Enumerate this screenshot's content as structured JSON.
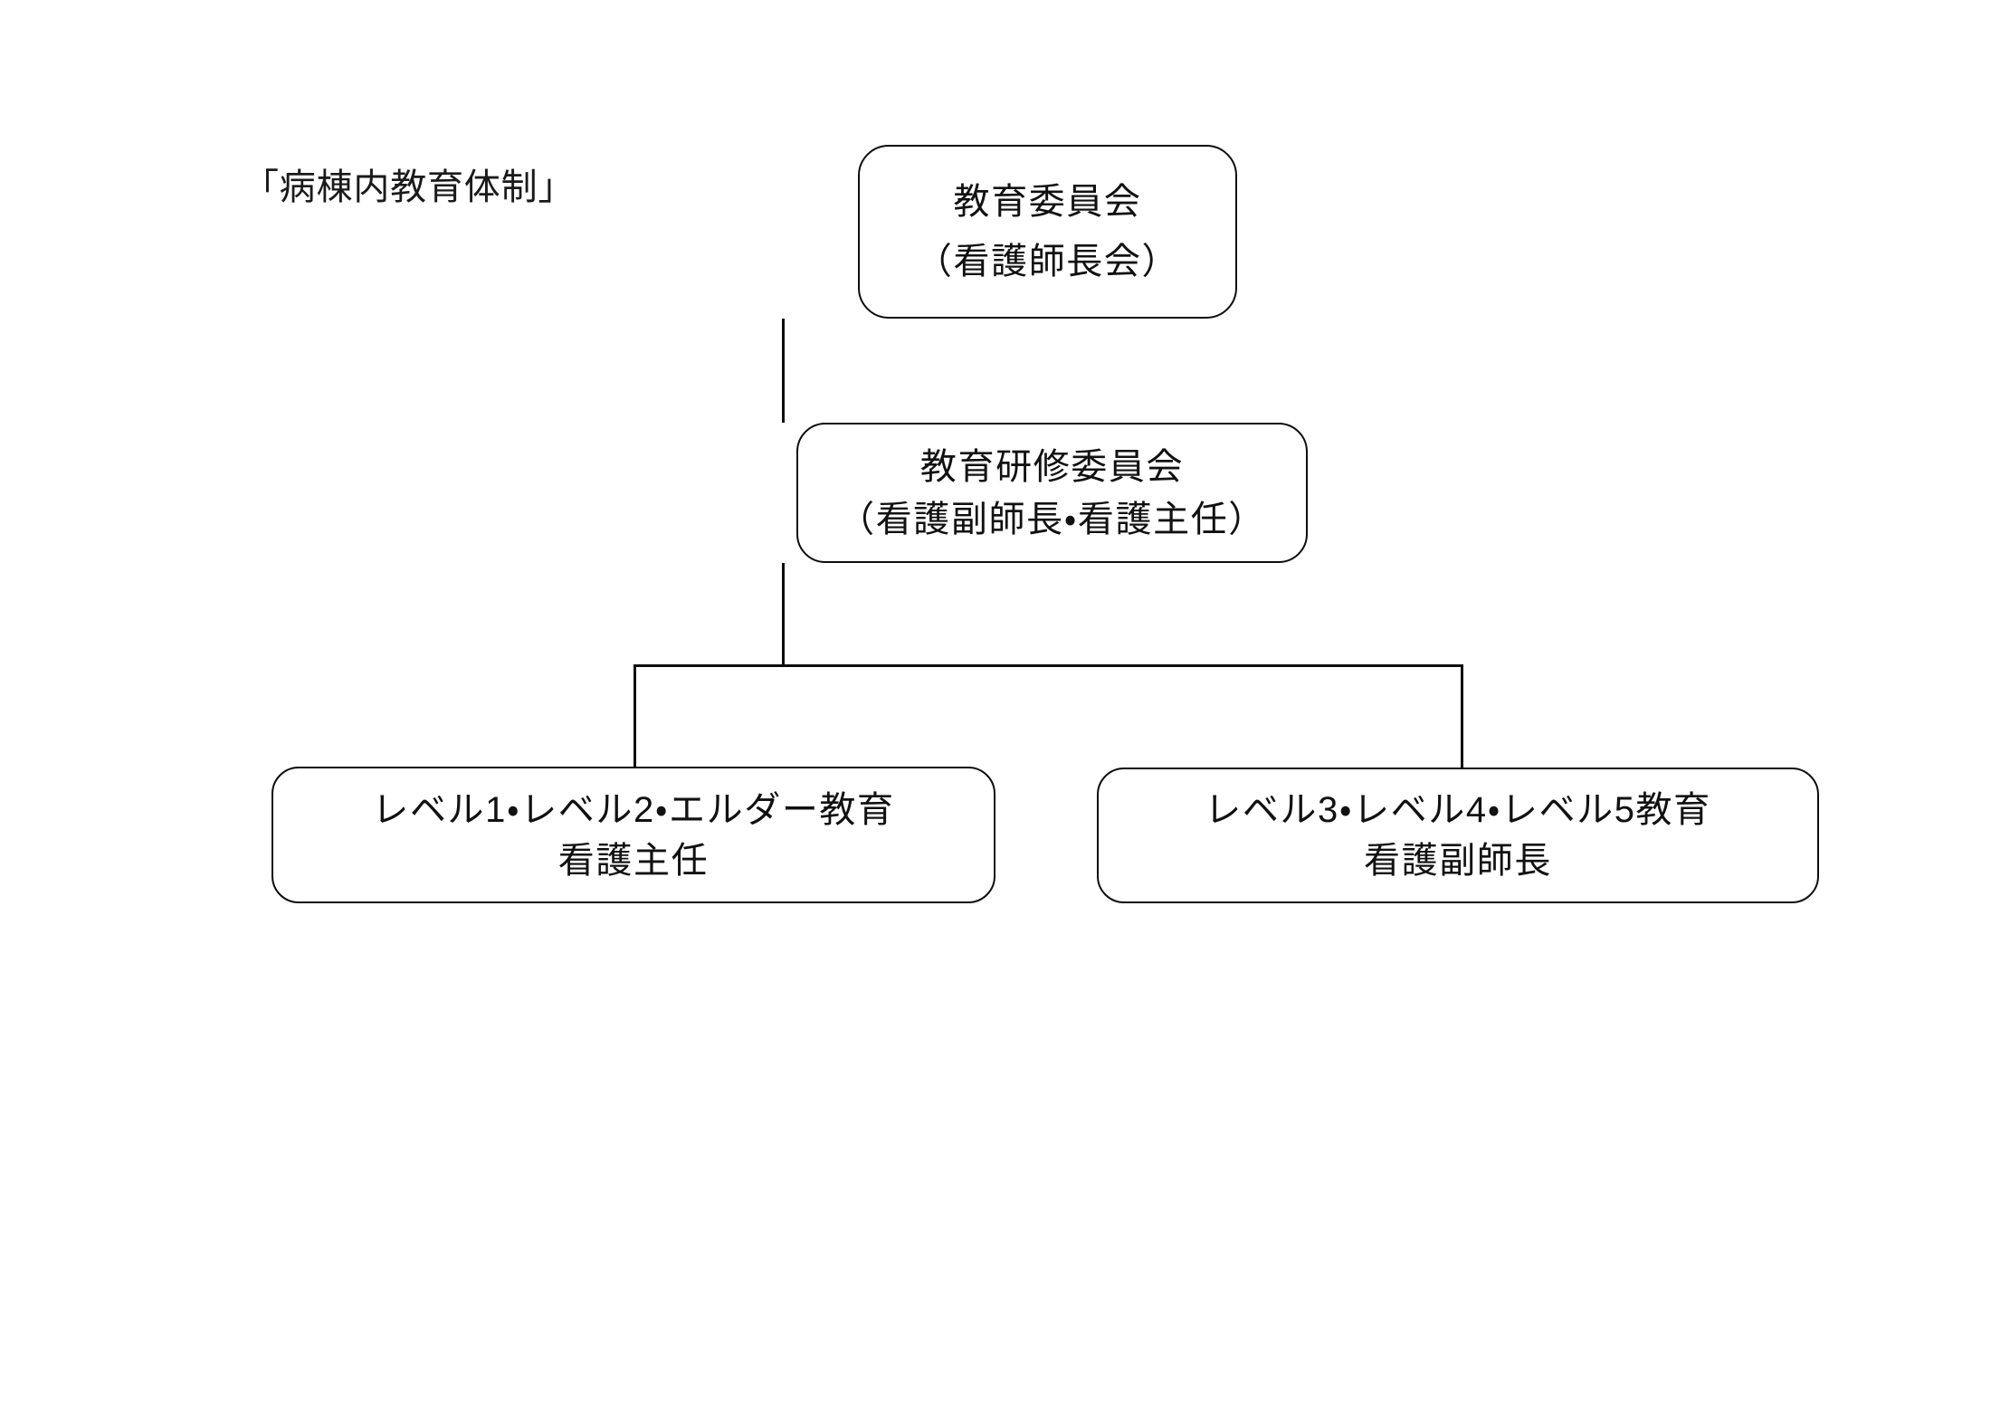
{
  "page": {
    "title": "「病棟内教育体制」",
    "background_color": "#ffffff",
    "line_color": "#0d0d0d",
    "text_color": "#111111"
  },
  "nodes": [
    {
      "id": "education-committee",
      "line1": "教育委員会",
      "line2": "（看護師長会）"
    },
    {
      "id": "training-committee",
      "line1": "教育研修委員会",
      "line2": "（看護副師長・看護主任）"
    },
    {
      "id": "level-1-2-elder",
      "line1": "レベル1・レベル2・エルダー教育",
      "line2": "看護主任"
    },
    {
      "id": "level-3-4-5",
      "line1": "レベル3・レベル4・レベル5教育",
      "line2": "看護副師長"
    }
  ]
}
